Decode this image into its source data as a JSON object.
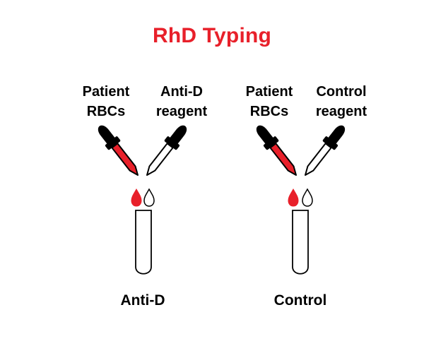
{
  "title": "RhD Typing",
  "colors": {
    "title": "#e8202a",
    "blood": "#e8202a",
    "outline": "#000000",
    "fill_white": "#ffffff"
  },
  "groups": [
    {
      "left_label": [
        "Patient",
        "RBCs"
      ],
      "right_label": [
        "Anti-D",
        "reagent"
      ],
      "tube_label": "Anti-D"
    },
    {
      "left_label": [
        "Patient",
        "RBCs"
      ],
      "right_label": [
        "Control",
        "reagent"
      ],
      "tube_label": "Control"
    }
  ]
}
